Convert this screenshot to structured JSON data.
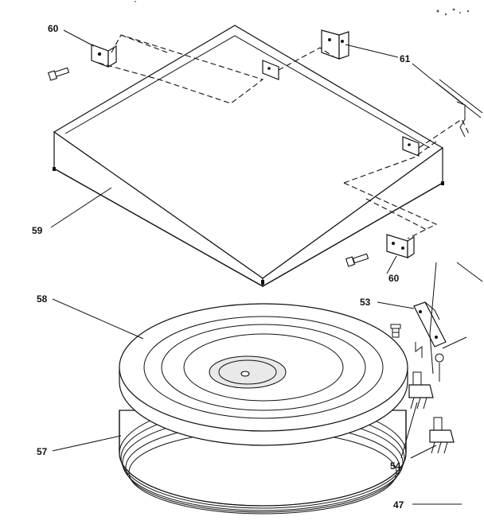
{
  "callouts": {
    "c60_top": "60",
    "c61": "61",
    "c59": "59",
    "c60_bottom": "60",
    "c58": "58",
    "c53": "53",
    "c57": "57",
    "c54": "54",
    "c47": "47"
  }
}
